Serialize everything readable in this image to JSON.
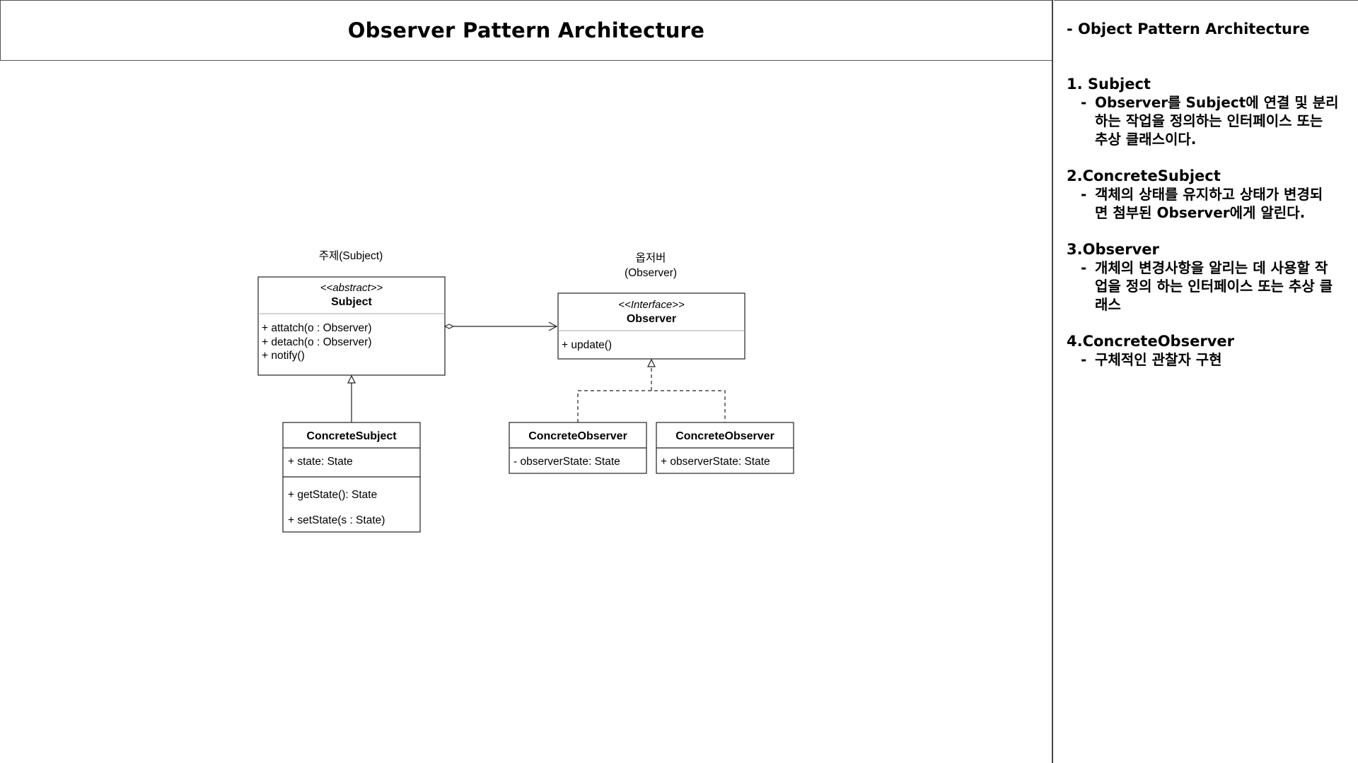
{
  "header": {
    "title": "Observer Pattern Architecture"
  },
  "panel": {
    "heading": "- Object Pattern Architecture",
    "sections": [
      {
        "title": "1. Subject",
        "lines": [
          "Observer를 Subject에 연결 및 분리",
          "하는 작업을 정의하는 인터페이스 또는",
          "추상 클래스이다."
        ]
      },
      {
        "title": "2.ConcreteSubject",
        "lines": [
          "객체의 상태를 유지하고 상태가 변경되",
          "면 첨부된 Observer에게 알린다."
        ]
      },
      {
        "title": "3.Observer",
        "lines": [
          "개체의 변경사항을 알리는 데 사용할 작",
          "업을 정의 하는 인터페이스 또는 추상 클",
          "래스"
        ]
      },
      {
        "title": "4.ConcreteObserver",
        "lines": [
          "구체적인 관찰자 구현"
        ]
      }
    ]
  },
  "diagram": {
    "subject_label": "주제(Subject)",
    "observer_label_line1": "옵저버",
    "observer_label_line2": "(Observer)",
    "subject": {
      "stereotype": "<<abstract>>",
      "name": "Subject",
      "methods": [
        "+ attatch(o : Observer)",
        "+ detach(o : Observer)",
        "+ notify()"
      ]
    },
    "observer": {
      "stereotype": "<<Interface>>",
      "name": "Observer",
      "methods": [
        "+ update()"
      ]
    },
    "concrete_subject": {
      "name": "ConcreteSubject",
      "attributes": [
        "+ state: State"
      ],
      "methods": [
        "+ getState(): State",
        "+ setState(s : State)"
      ]
    },
    "concrete_observer_1": {
      "name": "ConcreteObserver",
      "attributes": [
        "- observerState: State"
      ]
    },
    "concrete_observer_2": {
      "name": "ConcreteObserver",
      "attributes": [
        "+ observerState: State"
      ]
    }
  }
}
